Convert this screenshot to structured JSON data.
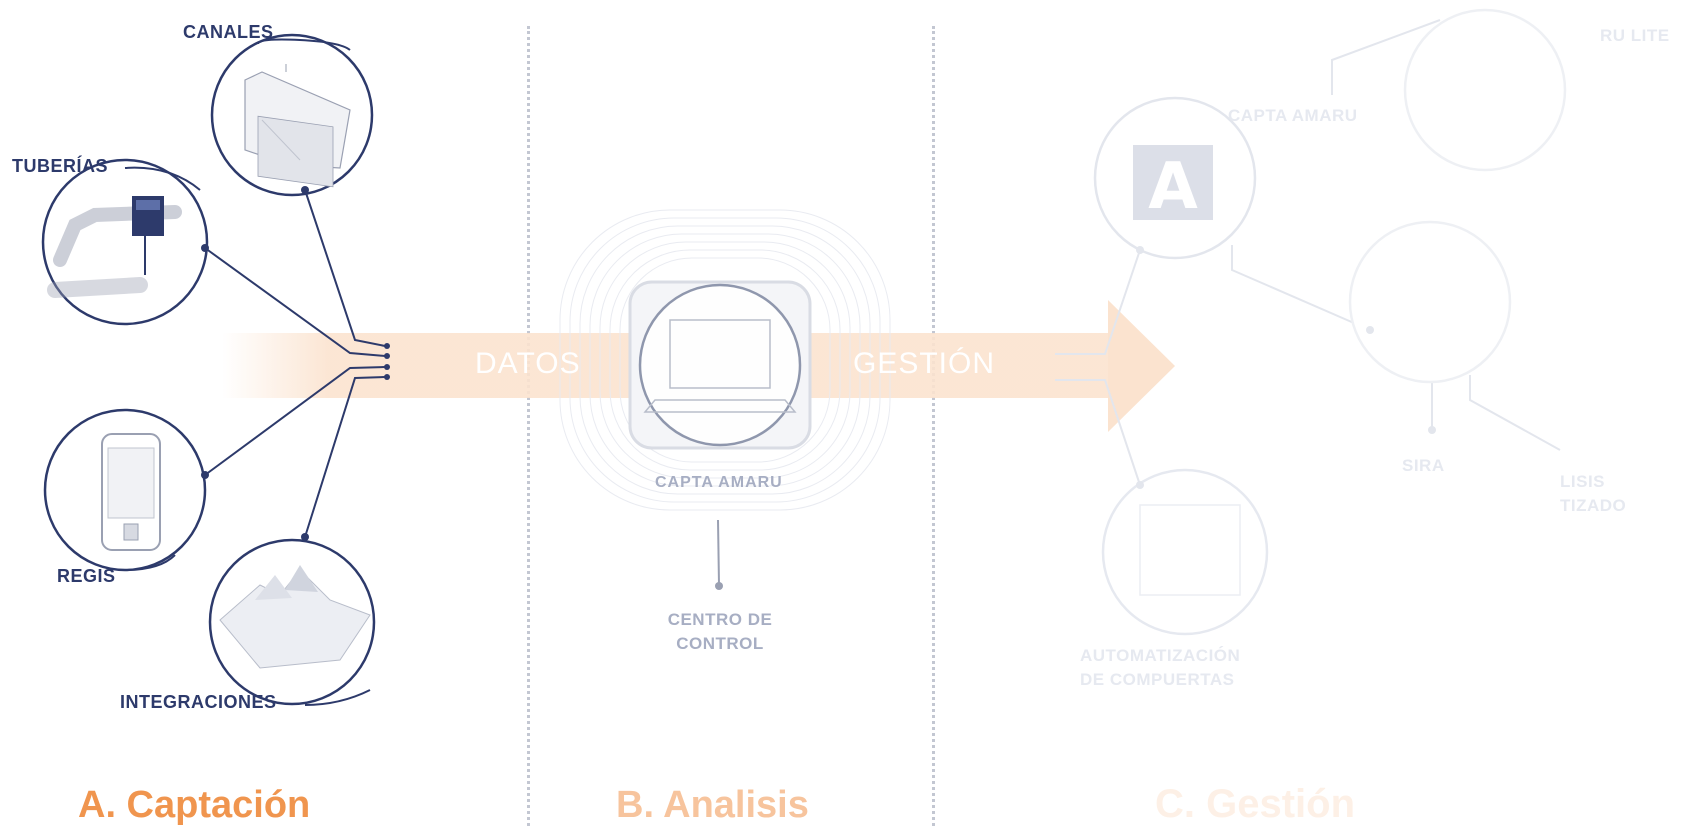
{
  "captacion": {
    "canales": "CANALES",
    "tuberias": "TUBERÍAS",
    "regis": "REGIS",
    "integraciones": "INTEGRACIONES",
    "title": "A. Captación"
  },
  "flow": {
    "datos": "DATOS",
    "gestion": "GESTIÓN"
  },
  "analisis": {
    "capta_amaru": "CAPTA  AMARU",
    "centro_line1": "CENTRO DE",
    "centro_line2": "CONTROL",
    "title": "B. Analisis"
  },
  "gestion": {
    "capta_amaru": "CAPTA AMARU",
    "amaru_lite": "RU LITE",
    "sira": "SIRA",
    "analisis_line1": "LISIS",
    "analisis_line2": "TIZADO",
    "automatizacion_line1": "AUTOMATIZACIÓN",
    "automatizacion_line2": "DE COMPUERTAS",
    "title": "C. Gestión"
  },
  "colors": {
    "navy": "#2d3a6b",
    "orange": "#f0954e",
    "orange_faded": "#f7c49d",
    "arrow_band": "#fbe3cf",
    "faded_text": "#a7aec3",
    "very_faded": "#e6e9f0"
  }
}
